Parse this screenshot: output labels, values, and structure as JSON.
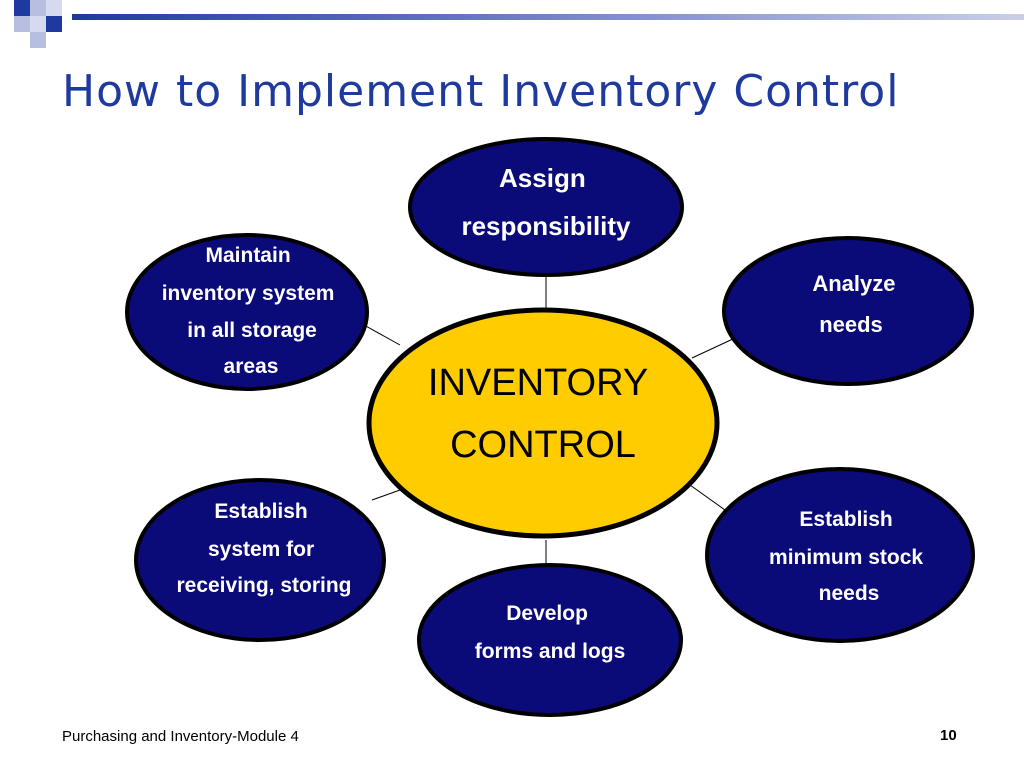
{
  "slide": {
    "title": "How to Implement Inventory Control",
    "footer_text": "Purchasing and Inventory-Module 4",
    "page_number": "10"
  },
  "diagram": {
    "center": {
      "lines": [
        "INVENTORY",
        "CONTROL"
      ]
    },
    "nodes": [
      {
        "id": "assign",
        "lines": [
          "Assign",
          "responsibility"
        ]
      },
      {
        "id": "maintain",
        "lines": [
          "Maintain",
          "inventory system",
          "in all storage",
          "areas"
        ]
      },
      {
        "id": "analyze",
        "lines": [
          "Analyze",
          "needs"
        ]
      },
      {
        "id": "receiving",
        "lines": [
          "Establish",
          "system for",
          "receiving, storing"
        ]
      },
      {
        "id": "minimum",
        "lines": [
          "Establish",
          "minimum stock",
          "needs"
        ]
      },
      {
        "id": "forms",
        "lines": [
          "Develop",
          "forms and logs"
        ]
      }
    ]
  },
  "colors": {
    "node_fill": "#0a0a78",
    "center_fill": "#ffcc00",
    "title": "#1f3a9e",
    "accent_bar": "#1f3a9e",
    "accent_light": "#b7bedf"
  }
}
